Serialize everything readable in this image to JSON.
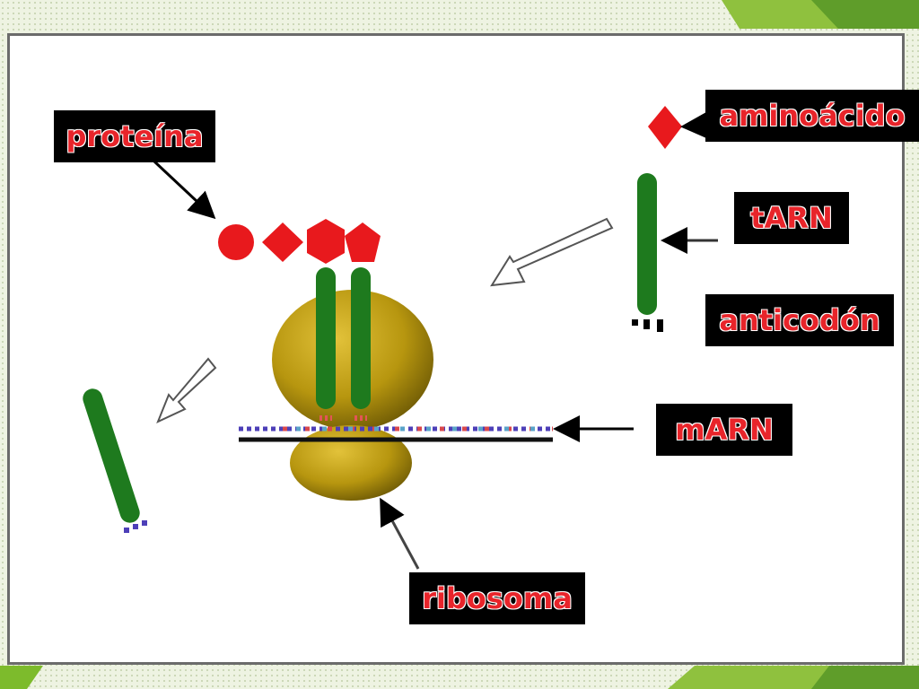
{
  "labels": {
    "protein": "proteína",
    "amino_acid": "aminoácido",
    "trna": "tARN",
    "anticodon": "anticodón",
    "mrna": "mARN",
    "ribosome": "ribosoma"
  },
  "colors": {
    "label_bg": "#000000",
    "label_text": "#e8242a",
    "amino_acid": "#e8191d",
    "trna": "#1e7a1e",
    "ribosome": "#b29410",
    "accent_green": "#7dbb2c"
  }
}
